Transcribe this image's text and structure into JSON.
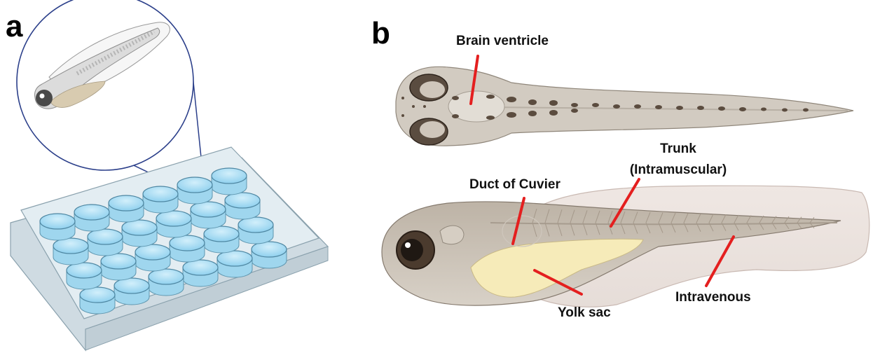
{
  "panels": {
    "a": {
      "letter": "a"
    },
    "b": {
      "letter": "b"
    }
  },
  "labels": {
    "brain_ventricle": "Brain ventricle",
    "trunk_line1": "Trunk",
    "trunk_line2": "(Intramuscular)",
    "duct_of_cuvier": "Duct of Cuvier",
    "intravenous": "Intravenous",
    "yolk_sac": "Yolk sac"
  },
  "plate": {
    "rows": 4,
    "cols": 6
  },
  "colors": {
    "pointer_line": "#e41f1f",
    "well_water": "#a9ddf2",
    "plate_body": "#dfe9ef",
    "larva_body": "#cfc5b9",
    "yolk": "#f6eab8"
  }
}
